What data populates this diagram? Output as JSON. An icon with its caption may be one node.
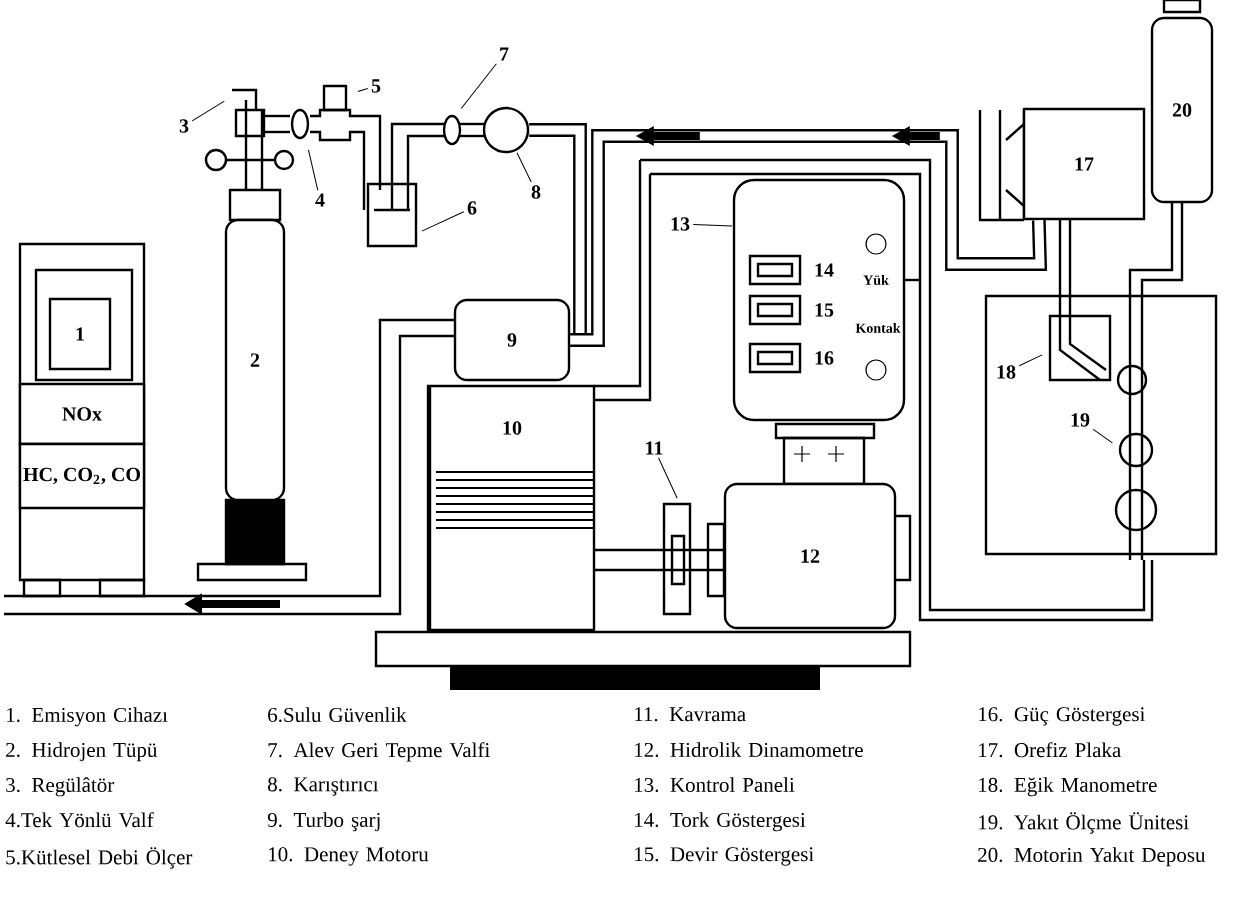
{
  "diagram": {
    "nodes": [
      {
        "text": [
          "1"
        ]
      },
      {
        "text": [
          "NOx"
        ]
      },
      {
        "text": [
          "HC, CO$_{2}$, CO"
        ]
      },
      {
        "text": [
          "2"
        ]
      },
      {
        "text": [
          "9"
        ]
      },
      {
        "text": [
          "10"
        ]
      },
      {
        "text": [
          "12"
        ]
      },
      {
        "text": [
          "17"
        ]
      },
      {
        "text": [
          "20"
        ]
      },
      {
        "text": [
          "3"
        ]
      },
      {
        "text": [
          "4"
        ]
      },
      {
        "text": [
          "5"
        ]
      },
      {
        "text": [
          "6"
        ]
      },
      {
        "text": [
          "7"
        ]
      },
      {
        "text": [
          "8"
        ]
      },
      {
        "text": [
          "11"
        ]
      },
      {
        "text": [
          "13"
        ]
      },
      {
        "text": [
          "18"
        ]
      },
      {
        "text": [
          "19"
        ]
      },
      {
        "text": [],
        "shape": "circle"
      }
    ],
    "edges": [
      {
        "from": 9,
        "to": null,
        "arrow": "none"
      },
      {
        "from": 10,
        "to": null,
        "arrow": "none"
      },
      {
        "from": 11,
        "to": null,
        "arrow": "none"
      },
      {
        "from": 12,
        "to": null,
        "arrow": "none"
      },
      {
        "from": 13,
        "to": null,
        "arrow": "none"
      },
      {
        "from": 14,
        "to": 19,
        "arrow": "none"
      },
      {
        "from": 15,
        "to": null,
        "arrow": "none"
      },
      {
        "from": 16,
        "to": null,
        "arrow": "none"
      },
      {
        "from": 17,
        "to": null,
        "arrow": "none"
      },
      {
        "from": 18,
        "to": null,
        "arrow": "none"
      },
      {
        "from": 19,
        "to": 4,
        "arrow": "none",
        "style": "thick"
      },
      {
        "from": 7,
        "to": 4,
        "arrow": "to",
        "style": "thick"
      }
    ],
    "labels": [
      "14",
      "15",
      "16",
      "Yük",
      "Kontak",
      "1. Emisyon Cihazı",
      "2. Hidrojen Tüpü",
      "3. Regülâtör",
      "4.Tek Yönlü Valf",
      "5.Kütlesel Debi Ölçer",
      "6.Sulu Güvenlik",
      "7. Alev Geri Tepme Valfi",
      "8. Karıştırıcı",
      "9. Turbo şarj",
      "10. Deney Motoru",
      "11. Kavrama",
      "12. Hidrolik Dinamometre",
      "13. Kontrol Paneli",
      "14. Tork Göstergesi",
      "15. Devir Göstergesi",
      "16. Güç Göstergesi",
      "17. Orefiz Plaka",
      "18. Eğik Manometre",
      "19. Yakıt Ölçme Ünitesi",
      "20. Motorin Yakıt Deposu"
    ]
  }
}
